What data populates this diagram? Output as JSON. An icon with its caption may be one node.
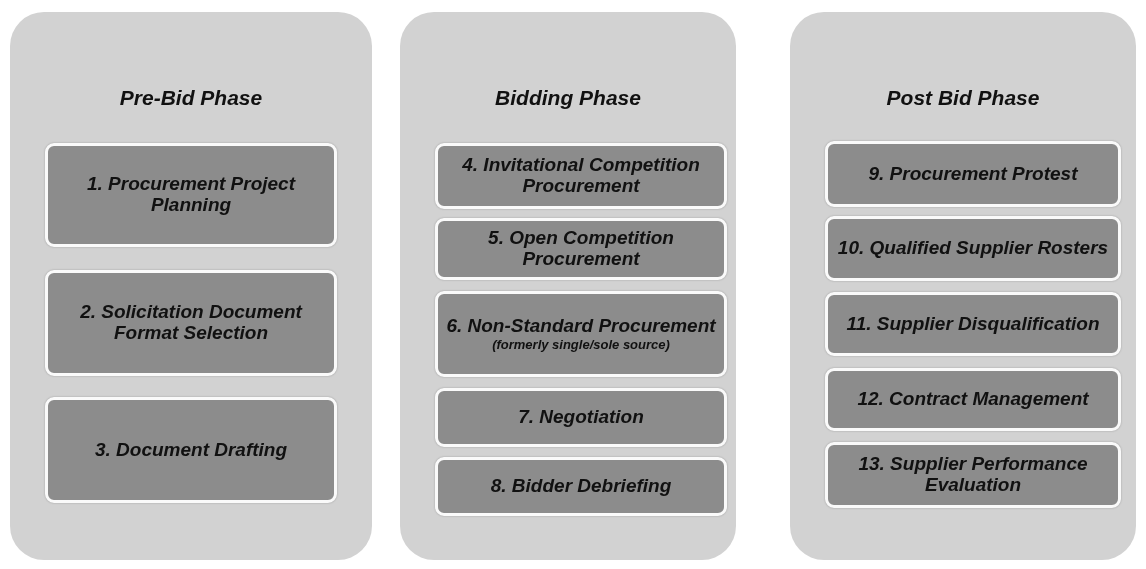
{
  "diagram": {
    "nodes": [
      {
        "text": [
          "Pre-Bid Phase"
        ]
      },
      {
        "text": [
          "1. Procurement Project Planning"
        ],
        "in": 0
      },
      {
        "text": [
          "2. Solicitation Document Format Selection"
        ],
        "in": 0
      },
      {
        "text": [
          "3. Document Drafting"
        ],
        "in": 0
      },
      {
        "text": [
          "Bidding Phase"
        ]
      },
      {
        "text": [
          "4. Invitational Competition Procurement"
        ],
        "in": 4
      },
      {
        "text": [
          "5. Open Competition Procurement"
        ],
        "in": 4
      },
      {
        "text": [
          "6. Non-Standard Procurement",
          "(formerly single/sole source)"
        ],
        "in": 4
      },
      {
        "text": [
          "7. Negotiation"
        ],
        "in": 4
      },
      {
        "text": [
          "8. Bidder Debriefing"
        ],
        "in": 4
      },
      {
        "text": [
          "Post Bid Phase"
        ]
      },
      {
        "text": [
          "9. Procurement Protest"
        ],
        "in": 10
      },
      {
        "text": [
          "10. Qualified Supplier Rosters"
        ],
        "in": 10
      },
      {
        "text": [
          "11. Supplier Disqualification"
        ],
        "in": 10
      },
      {
        "text": [
          "12. Contract Management"
        ],
        "in": 10
      },
      {
        "text": [
          "13. Supplier Performance Evaluation"
        ],
        "in": 10
      }
    ]
  }
}
